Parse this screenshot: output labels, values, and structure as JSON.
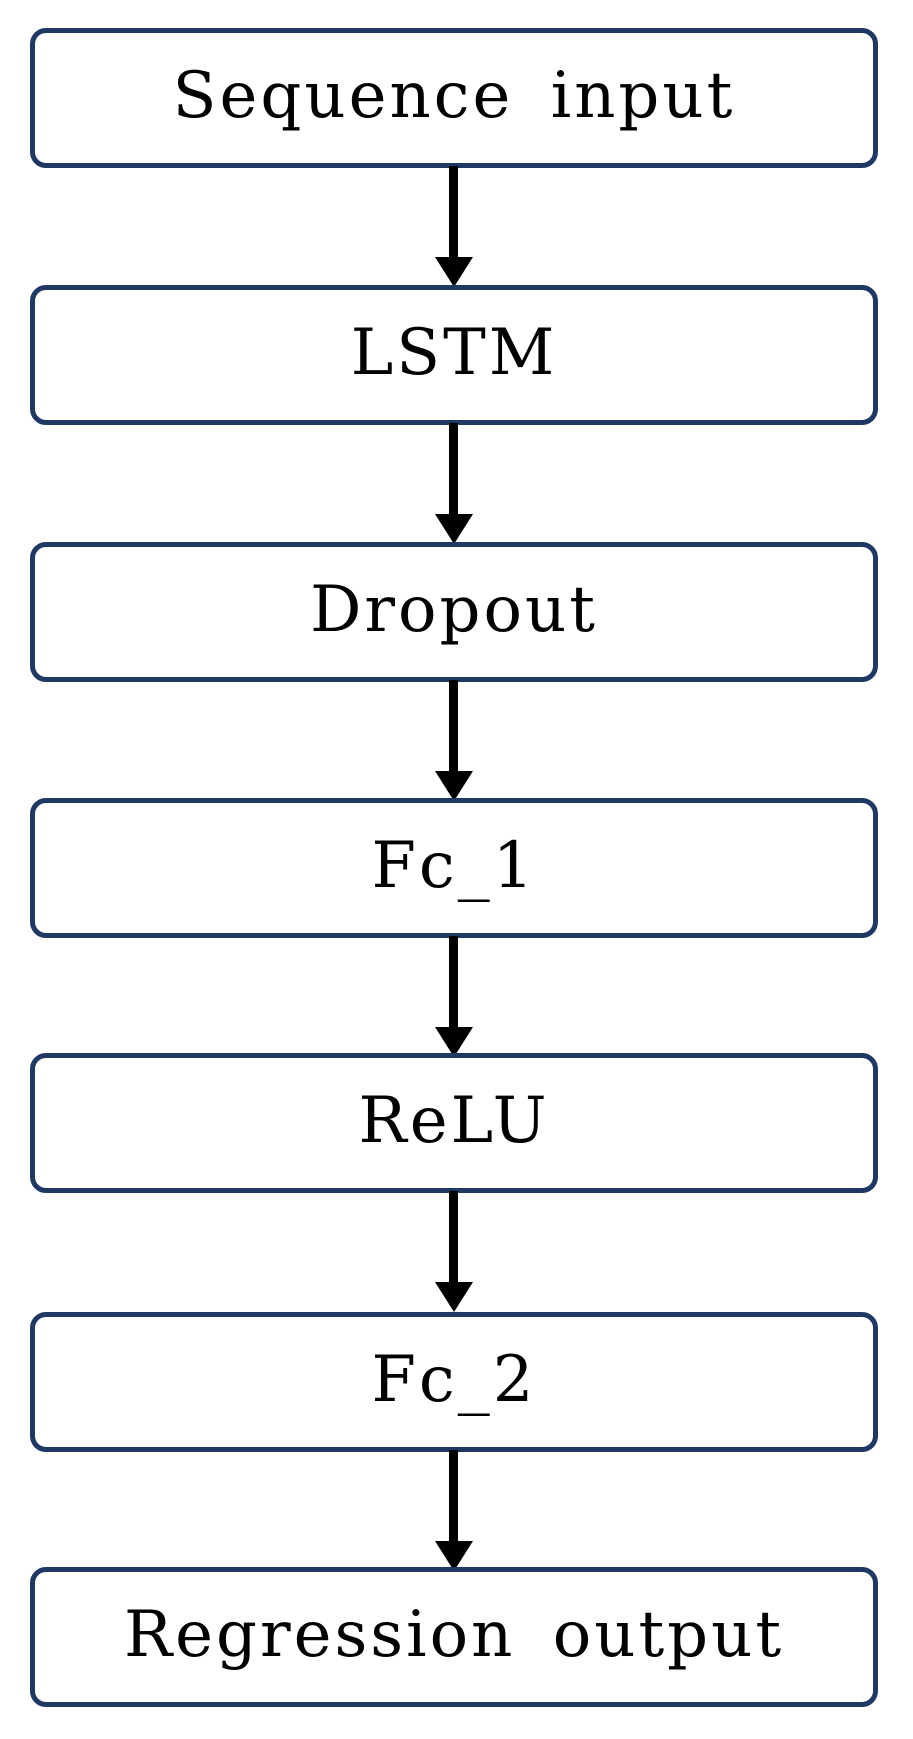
{
  "diagram": {
    "type": "flowchart",
    "direction": "top-to-bottom",
    "nodes": [
      {
        "id": "sequence-input",
        "label": "Sequence input"
      },
      {
        "id": "lstm",
        "label": "LSTM"
      },
      {
        "id": "dropout",
        "label": "Dropout"
      },
      {
        "id": "fc-1",
        "label": "Fc_1"
      },
      {
        "id": "relu",
        "label": "ReLU"
      },
      {
        "id": "fc-2",
        "label": "Fc_2"
      },
      {
        "id": "regression-output",
        "label": "Regression output"
      }
    ],
    "edges": [
      {
        "from": "sequence-input",
        "to": "lstm"
      },
      {
        "from": "lstm",
        "to": "dropout"
      },
      {
        "from": "dropout",
        "to": "fc-1"
      },
      {
        "from": "fc-1",
        "to": "relu"
      },
      {
        "from": "relu",
        "to": "fc-2"
      },
      {
        "from": "fc-2",
        "to": "regression-output"
      }
    ],
    "colors": {
      "node_border": "#1f3864",
      "node_fill": "#ffffff",
      "label_text": "#000000",
      "arrow": "#000000",
      "background": "#ffffff"
    }
  }
}
